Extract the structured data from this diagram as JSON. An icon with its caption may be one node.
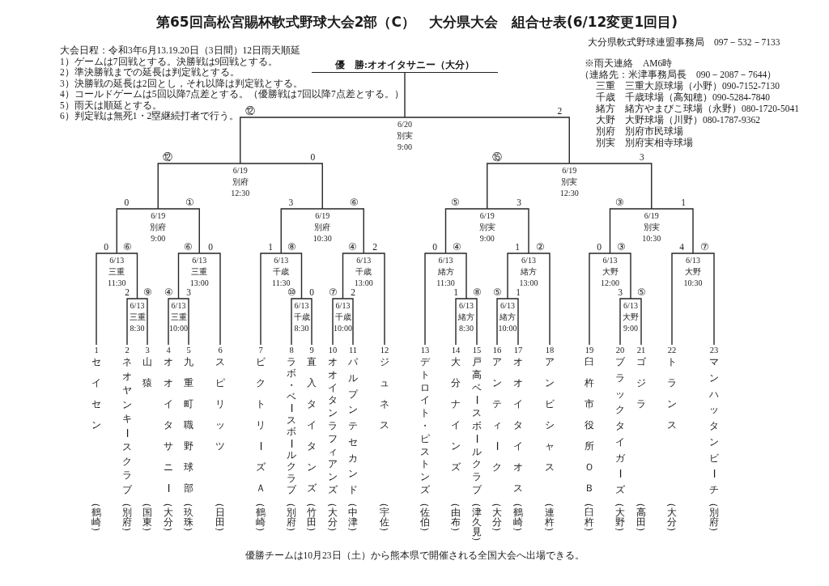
{
  "diagram": {
    "title": "第65回高松宮賜杯軟式野球大会2部（C）　大分県大会　組合せ表(6/12変更1回目)",
    "caption": "優勝チームは10月23日（土）から熊本県で開催される全国大会へ出場できる。",
    "nodes": [
      {
        "text": [
          "優　勝:オオイタサニー（大分）"
        ]
      },
      {
        "text": [
          "6/20 別実 9:00"
        ]
      },
      {
        "text": [
          "6/19 別府 12:30"
        ]
      },
      {
        "text": [
          "6/19 別実 12:30"
        ]
      },
      {
        "text": [
          "6/19 別府 9:00"
        ]
      },
      {
        "text": [
          "6/19 別府 10:30"
        ]
      },
      {
        "text": [
          "6/19 別実 9:00"
        ]
      },
      {
        "text": [
          "6/19 別実 10:30"
        ]
      },
      {
        "text": [
          "6/13 三重 11:30"
        ]
      },
      {
        "text": [
          "6/13 三重 13:00"
        ]
      },
      {
        "text": [
          "6/13 千歳 11:30"
        ]
      },
      {
        "text": [
          "6/13 千歳 13:00"
        ]
      },
      {
        "text": [
          "6/13 緒方 11:30"
        ]
      },
      {
        "text": [
          "6/13 緒方 13:00"
        ]
      },
      {
        "text": [
          "6/13 大野 12:00"
        ]
      },
      {
        "text": [
          "6/13 大野 10:30"
        ]
      },
      {
        "text": [
          "6/13 三重 8:30"
        ]
      },
      {
        "text": [
          "6/13 三重 10:00"
        ]
      },
      {
        "text": [
          "6/13 千歳 8:30"
        ]
      },
      {
        "text": [
          "6/13 千歳 10:00"
        ]
      },
      {
        "text": [
          "6/13 緒方 8:30"
        ]
      },
      {
        "text": [
          "6/13 緒方 10:00"
        ]
      },
      {
        "text": [
          "6/13 大野 9:00"
        ]
      },
      {
        "text": [
          "セイセン",
          "（鶴崎）"
        ],
        "beside": [
          "1"
        ]
      },
      {
        "text": [
          "ネオヤンキースクラブ",
          "（別府）"
        ],
        "beside": [
          "2"
        ]
      },
      {
        "text": [
          "山猿",
          "（国東）"
        ],
        "beside": [
          "3"
        ]
      },
      {
        "text": [
          "オオイタサニー",
          "（大分）"
        ],
        "beside": [
          "4"
        ]
      },
      {
        "text": [
          "九重町職野球部",
          "（玖珠）"
        ],
        "beside": [
          "5"
        ]
      },
      {
        "text": [
          "スピリッツ",
          "（日田）"
        ],
        "beside": [
          "6"
        ]
      },
      {
        "text": [
          "ビクトリーズＡ",
          "（鶴崎）"
        ],
        "beside": [
          "7"
        ]
      },
      {
        "text": [
          "ラボ・ベースボールクラブ",
          "（別府）"
        ],
        "beside": [
          "8"
        ]
      },
      {
        "text": [
          "直入タイタンズ",
          "（竹田）"
        ],
        "beside": [
          "9"
        ]
      },
      {
        "text": [
          "オオイタンラフィアンズ",
          "（大分）"
        ],
        "beside": [
          "10"
        ]
      },
      {
        "text": [
          "パルプンテセカンド",
          "（中津）"
        ],
        "beside": [
          "11"
        ]
      },
      {
        "text": [
          "ジュネス",
          "（宇佐）"
        ],
        "beside": [
          "12"
        ]
      },
      {
        "text": [
          "デトロイト・ピストンズ",
          "（佐伯）"
        ],
        "beside": [
          "13"
        ]
      },
      {
        "text": [
          "大分ナインズ",
          "（由布）"
        ],
        "beside": [
          "14"
        ]
      },
      {
        "text": [
          "戸高ベースボールクラブ",
          "（津久見）"
        ],
        "beside": [
          "15"
        ]
      },
      {
        "text": [
          "アンティーク",
          "（大分）"
        ],
        "beside": [
          "16"
        ]
      },
      {
        "text": [
          "オオイタイオス",
          "（鶴崎）"
        ],
        "beside": [
          "17"
        ]
      },
      {
        "text": [
          "アンビシャス",
          "（連杵）"
        ],
        "beside": [
          "18"
        ]
      },
      {
        "text": [
          "臼杵市役所ＯＢ",
          "（臼杵）"
        ],
        "beside": [
          "19"
        ]
      },
      {
        "text": [
          "ブラックタイガーズ",
          "（大野）"
        ],
        "beside": [
          "20"
        ]
      },
      {
        "text": [
          "ゴジラ",
          "（高田）"
        ],
        "beside": [
          "21"
        ]
      },
      {
        "text": [
          "トランス",
          "（大分）"
        ],
        "beside": [
          "22"
        ]
      },
      {
        "text": [
          "マンハッタンビーチ",
          "（別府）"
        ],
        "beside": [
          "23"
        ]
      }
    ],
    "edges": [
      {
        "from": 1,
        "to": 0,
        "arrow": "none"
      },
      {
        "from": 2,
        "to": 1,
        "arrow": "none",
        "label": "⑫"
      },
      {
        "from": 3,
        "to": 1,
        "arrow": "none",
        "label": "2"
      },
      {
        "from": 4,
        "to": 2,
        "arrow": "none",
        "label": "⑫"
      },
      {
        "from": 5,
        "to": 2,
        "arrow": "none",
        "label": "0"
      },
      {
        "from": 6,
        "to": 3,
        "arrow": "none",
        "label": "⑮"
      },
      {
        "from": 7,
        "to": 3,
        "arrow": "none",
        "label": "3"
      },
      {
        "from": 8,
        "to": 4,
        "arrow": "none",
        "label": "0"
      },
      {
        "from": 9,
        "to": 4,
        "arrow": "none",
        "label": "①"
      },
      {
        "from": 10,
        "to": 5,
        "arrow": "none",
        "label": "3"
      },
      {
        "from": 11,
        "to": 5,
        "arrow": "none",
        "label": "⑥"
      },
      {
        "from": 12,
        "to": 6,
        "arrow": "none",
        "label": "⑤"
      },
      {
        "from": 13,
        "to": 6,
        "arrow": "none",
        "label": "3"
      },
      {
        "from": 14,
        "to": 7,
        "arrow": "none",
        "label": "③"
      },
      {
        "from": 15,
        "to": 7,
        "arrow": "none",
        "label": "1"
      },
      {
        "from": 23,
        "to": 8,
        "arrow": "none",
        "label": "0"
      },
      {
        "from": 16,
        "to": 8,
        "arrow": "none",
        "label": "⑥"
      },
      {
        "from": 17,
        "to": 9,
        "arrow": "none",
        "label": "⑥"
      },
      {
        "from": 28,
        "to": 9,
        "arrow": "none",
        "label": "0"
      },
      {
        "from": 29,
        "to": 10,
        "arrow": "none",
        "label": "1"
      },
      {
        "from": 18,
        "to": 10,
        "arrow": "none",
        "label": "⑧"
      },
      {
        "from": 19,
        "to": 11,
        "arrow": "none",
        "label": "④"
      },
      {
        "from": 34,
        "to": 11,
        "arrow": "none",
        "label": "2"
      },
      {
        "from": 35,
        "to": 12,
        "arrow": "none",
        "label": "0"
      },
      {
        "from": 20,
        "to": 12,
        "arrow": "none",
        "label": "④"
      },
      {
        "from": 21,
        "to": 13,
        "arrow": "none",
        "label": "1"
      },
      {
        "from": 40,
        "to": 13,
        "arrow": "none",
        "label": "②"
      },
      {
        "from": 41,
        "to": 14,
        "arrow": "none",
        "label": "0"
      },
      {
        "from": 22,
        "to": 14,
        "arrow": "none",
        "label": "③"
      },
      {
        "from": 44,
        "to": 15,
        "arrow": "none",
        "label": "4"
      },
      {
        "from": 45,
        "to": 15,
        "arrow": "none",
        "label": "⑦"
      },
      {
        "from": 24,
        "to": 16,
        "arrow": "none",
        "label": "2"
      },
      {
        "from": 25,
        "to": 16,
        "arrow": "none",
        "label": "⑨"
      },
      {
        "from": 26,
        "to": 17,
        "arrow": "none",
        "label": "④"
      },
      {
        "from": 27,
        "to": 17,
        "arrow": "none",
        "label": "3"
      },
      {
        "from": 30,
        "to": 18,
        "arrow": "none",
        "label": "⑩"
      },
      {
        "from": 31,
        "to": 18,
        "arrow": "none",
        "label": "0"
      },
      {
        "from": 32,
        "to": 19,
        "arrow": "none",
        "label": "⑦"
      },
      {
        "from": 33,
        "to": 19,
        "arrow": "none",
        "label": "2"
      },
      {
        "from": 36,
        "to": 20,
        "arrow": "none",
        "label": "1"
      },
      {
        "from": 37,
        "to": 20,
        "arrow": "none",
        "label": "⑧"
      },
      {
        "from": 38,
        "to": 21,
        "arrow": "none",
        "label": "⑤"
      },
      {
        "from": 39,
        "to": 21,
        "arrow": "none",
        "label": "1"
      },
      {
        "from": 42,
        "to": 22,
        "arrow": "none",
        "label": "3"
      },
      {
        "from": 43,
        "to": 22,
        "arrow": "none",
        "label": "⑤"
      }
    ],
    "labels": [
      "大分県軟式野球連盟事務局　097－532－7133",
      "大会日程：令和3年6月13.19.20日（3日間）12日雨天順延",
      "1）ゲームは7回戦とする。決勝戦は9回戦とする。",
      "2）準決勝戦までの延長は判定戦とする。",
      "3）決勝戦の延長は2回とし，それ以降は判定戦とする。",
      "4）コールドゲームは5回以降7点差とする。（優勝戦は7回以降7点差とする。）",
      "5）雨天は順延とする。",
      "6）判定戦は無死1・2塁継続打者で行う。",
      "※雨天連絡　AM6時",
      "（連絡先：米津事務局長　090－2087－7644）",
      "三重　三重大原球場（小野）090-7152-7130",
      "千歳　千歳球場（高知穂）090-5284-7840",
      "緒方　緒方やまびこ球場（永野）080-1720-5041",
      "大野　大野球場（川野）080-1787-9362",
      "別府　別府市民球場",
      "別実　別府実相寺球場"
    ]
  }
}
